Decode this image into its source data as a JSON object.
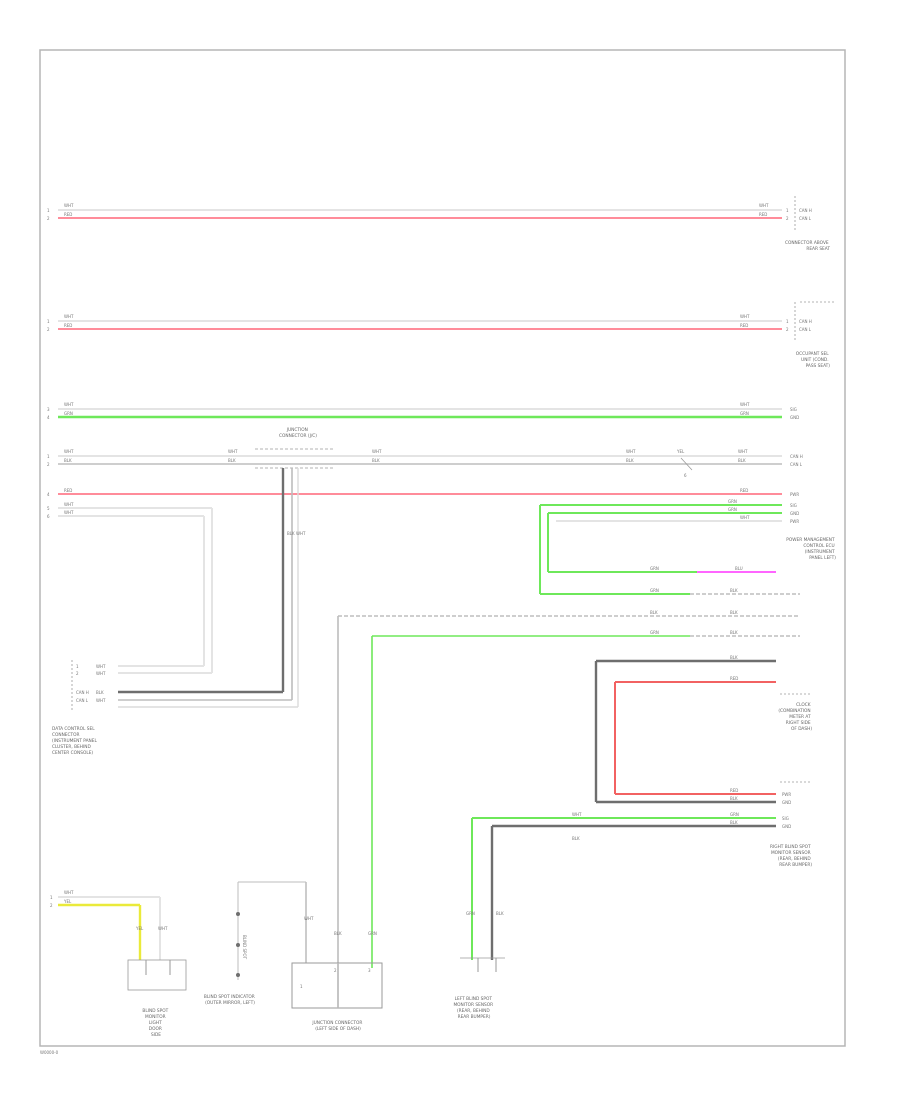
{
  "colors": {
    "white": "#e4e4e4",
    "red": "#ff8c9a",
    "green": "#6ee85a",
    "black": "#6e6e6e",
    "gray": "#bdbdbd",
    "yellow": "#eaea3a",
    "pink": "#ff66ff",
    "redBright": "#f26262",
    "frame": "#b5b5b5"
  },
  "labels": {
    "wht": "WHT",
    "red": "RED",
    "grn": "GRN",
    "blk": "BLK",
    "yel": "YEL",
    "blu": "BLU",
    "p1": "1",
    "p2": "2",
    "p3": "3",
    "p4": "4",
    "p5": "5",
    "p6": "6",
    "pwr": "PWR",
    "gnd": "GND",
    "sig": "SIG",
    "can_h": "CAN H",
    "can_l": "CAN L"
  },
  "captions": {
    "c1": [
      "CONNECTOR ABOVE",
      "REAR SEAT"
    ],
    "c2": [
      "OCCUPANT SEL",
      "UNIT (COND.",
      "PASS SEAT)"
    ],
    "c3": [
      "POWER MANAGEMENT",
      "CONTROL ECU",
      "(INSTRUMENT",
      "PANEL LEFT)"
    ],
    "c4": [
      "CLOCK",
      "(COMBINATION",
      "METER AT",
      "RIGHT SIDE",
      "OF DASH)"
    ],
    "c5": [
      "RIGHT BLIND SPOT",
      "MONITOR SENSOR",
      "(REAR, BEHIND",
      "REAR BUMPER)"
    ],
    "c6": [
      "DATA CONTROL SEL",
      "CONNECTOR",
      "(INSTRUMENT PANEL",
      "CLUSTER, BEHIND",
      "CENTER CONSOLE)"
    ],
    "c7": [
      "BLIND SPOT INDICATOR",
      "(OUTER MIRROR, LEFT)"
    ],
    "c8": [
      "JUNCTION CONNECTOR",
      "(LEFT SIDE OF DASH)"
    ],
    "c9": [
      "LEFT BLIND SPOT",
      "MONITOR SENSOR",
      "(REAR, BEHIND",
      "REAR BUMPER)"
    ],
    "c10": [
      "BLIND SPOT",
      "MONITOR",
      "LIGHT"
    ],
    "c11": [
      "JUNCTION",
      "CONNECTOR (J/C)"
    ],
    "c12": [
      "DOOR",
      "SIDE"
    ],
    "page": "W0000-0"
  }
}
